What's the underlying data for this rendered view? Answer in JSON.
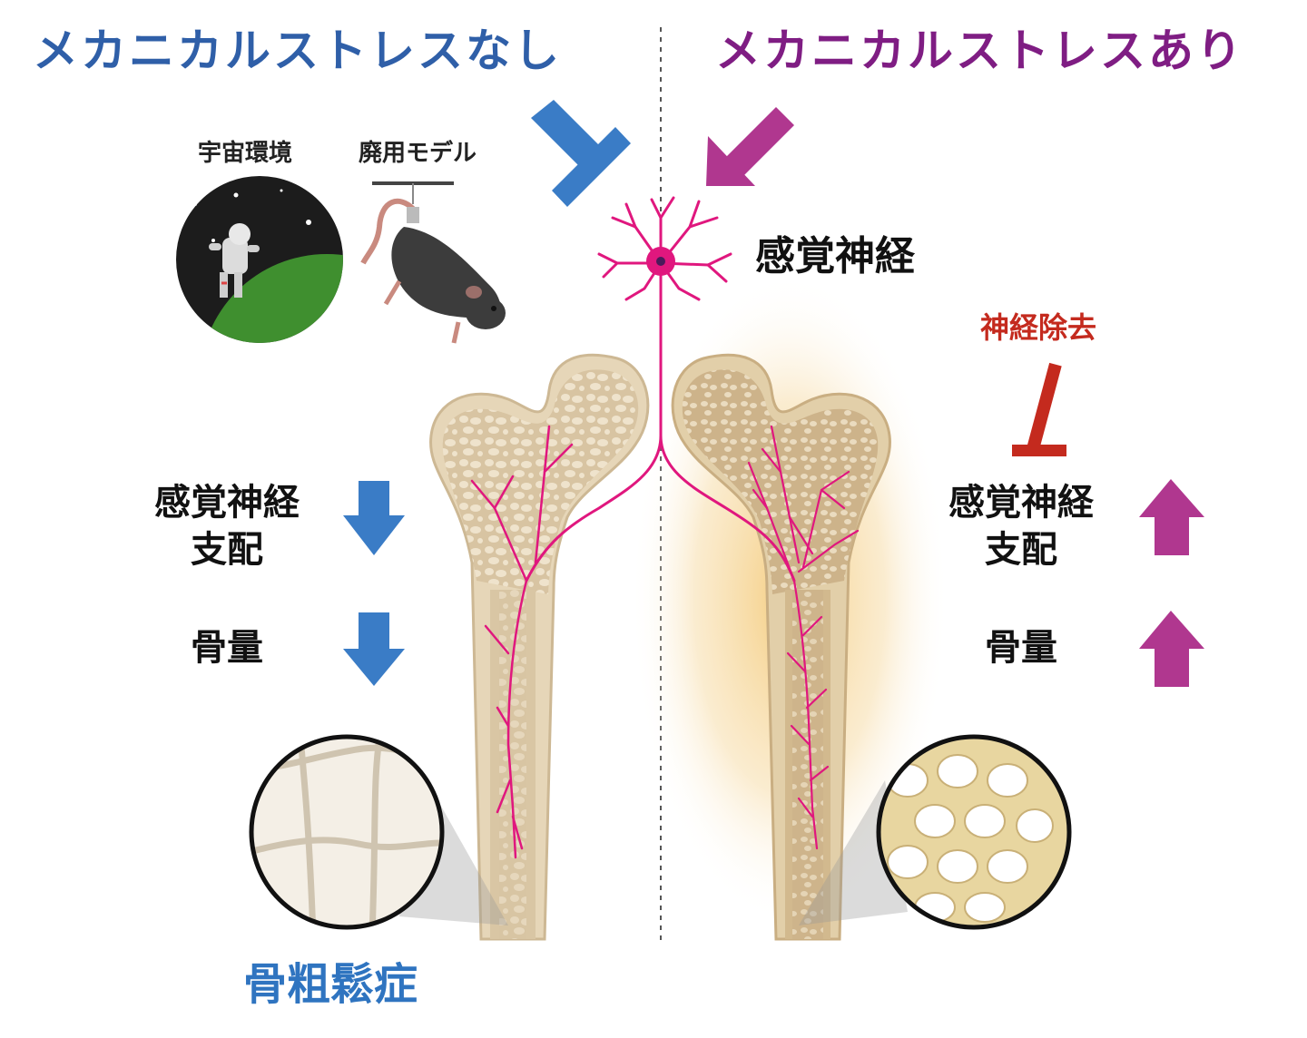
{
  "colors": {
    "blue": "#3a7cc6",
    "purple": "#b0378f",
    "nerve": "#e0177e",
    "red": "#c42a1e",
    "bone": "#e9dcc4",
    "glow": "#f3c46a"
  },
  "header": {
    "left_title": "メカニカルストレスなし",
    "right_title": "メカニカルストレスあり"
  },
  "left": {
    "space_label": "宇宙環境",
    "disuse_label": "廃用モデル",
    "innervation_label_line1": "感覚神経",
    "innervation_label_line2": "支配",
    "bone_mass_label": "骨量",
    "disease_label": "骨粗鬆症",
    "innervation_trend": "down-arrow-icon",
    "bone_mass_trend": "down-arrow-icon"
  },
  "center": {
    "neuron_label": "感覚神経"
  },
  "right": {
    "denervation_label": "神経除去",
    "innervation_label_line1": "感覚神経",
    "innervation_label_line2": "支配",
    "bone_mass_label": "骨量",
    "innervation_trend": "up-arrow-icon",
    "bone_mass_trend": "up-arrow-icon"
  }
}
